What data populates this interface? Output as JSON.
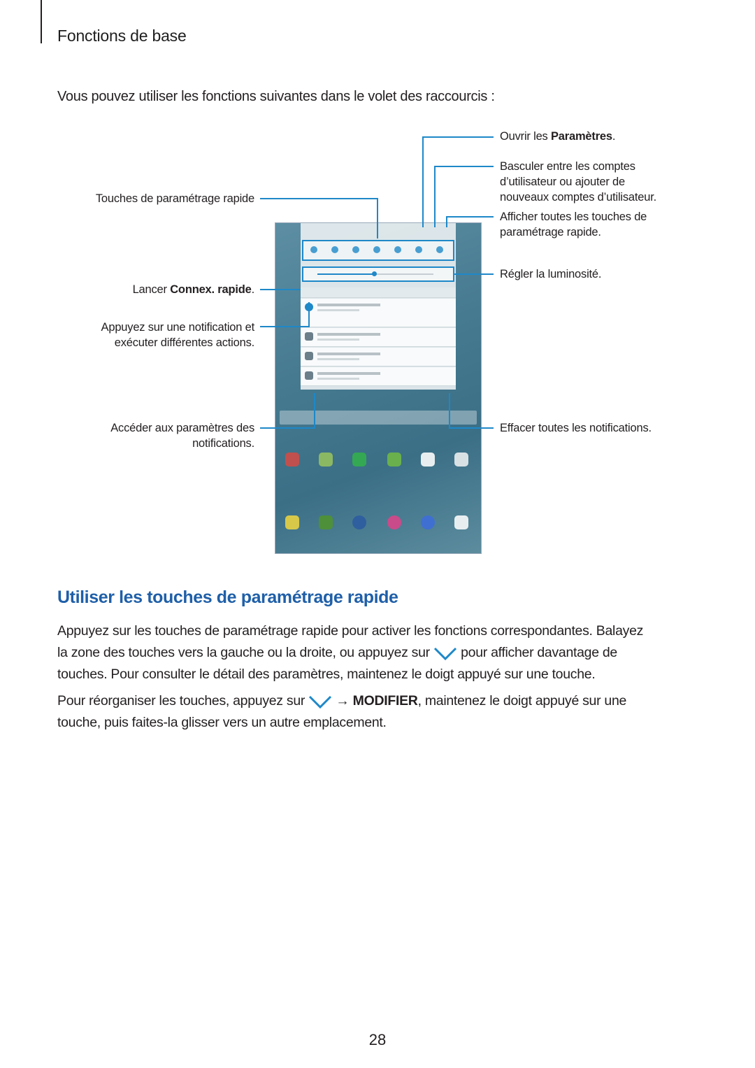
{
  "header": {
    "section": "Fonctions de base"
  },
  "intro": "Vous pouvez utiliser les fonctions suivantes dans le volet des raccourcis :",
  "annotations": {
    "open_settings_pre": "Ouvrir les ",
    "open_settings_bold": "Paramètres",
    "open_settings_post": ".",
    "switch_accounts_l1": "Basculer entre les comptes",
    "switch_accounts_l2": "d’utilisateur ou ajouter de",
    "switch_accounts_l3": "nouveaux comptes d’utilisateur.",
    "show_all_l1": "Afficher toutes les touches de",
    "show_all_l2": "paramétrage rapide.",
    "brightness": "Régler la luminosité.",
    "clear_all": "Effacer toutes les notifications.",
    "quick_settings": "Touches de paramétrage rapide",
    "quick_connect_pre": "Lancer ",
    "quick_connect_bold": "Connex. rapide",
    "quick_connect_post": ".",
    "tap_notif_l1": "Appuyez sur une notification et",
    "tap_notif_l2": "exécuter différentes actions.",
    "notif_settings_l1": "Accéder aux paramètres des",
    "notif_settings_l2": "notifications."
  },
  "section2": {
    "title": "Utiliser les touches de paramétrage rapide",
    "p1_a": "Appuyez sur les touches de paramétrage rapide pour activer les fonctions correspondantes. Balayez",
    "p1_b1": "la zone des touches vers la gauche ou la droite, ou appuyez sur",
    "p1_b2": "pour afficher davantage de",
    "p1_c": "touches. Pour consulter le détail des paramètres, maintenez le doigt appuyé sur une touche.",
    "p2_a1": "Pour réorganiser les touches, appuyez sur",
    "p2_arrow": "→",
    "p2_bold": "MODIFIER",
    "p2_a2": ", maintenez le doigt appuyé sur une",
    "p2_b": "touche, puis faites-la glisser vers un autre emplacement."
  },
  "page_number": "28",
  "colors": {
    "accent": "#1e88c8",
    "heading": "#1f5fa8"
  }
}
